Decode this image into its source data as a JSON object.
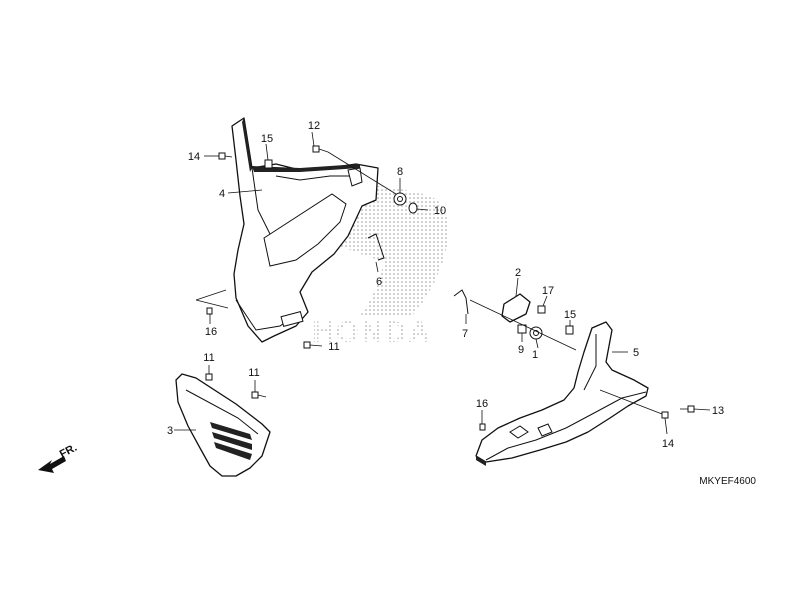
{
  "diagram": {
    "code": "MKYEF4600",
    "direction_label": "FR.",
    "watermark_text": "HONDA",
    "callouts": {
      "c1": "1",
      "c2": "2",
      "c3": "3",
      "c4": "4",
      "c5": "5",
      "c6": "6",
      "c7": "7",
      "c8": "8",
      "c9": "9",
      "c10": "10",
      "c11a": "11",
      "c11b": "11",
      "c11c": "11",
      "c12": "12",
      "c13": "13",
      "c14a": "14",
      "c14b": "14",
      "c15a": "15",
      "c15b": "15",
      "c16a": "16",
      "c16b": "16",
      "c17": "17"
    }
  }
}
